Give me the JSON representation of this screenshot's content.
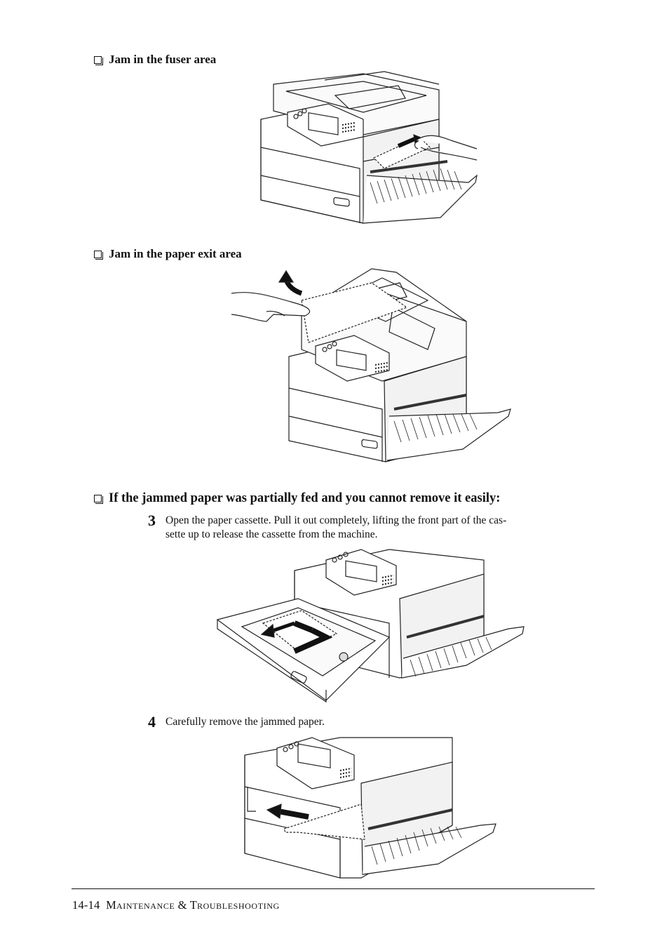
{
  "sections": [
    {
      "label": "Jam in the fuser area"
    },
    {
      "label": "Jam in the paper exit area"
    },
    {
      "label": "If the jammed paper was partially fed and you cannot remove it easily:"
    }
  ],
  "steps": [
    {
      "number": "3",
      "text_line1": "Open the paper cassette. Pull it out completely, lifting the front part of the cas-",
      "text_line2": "sette up to release the cassette from the machine."
    },
    {
      "number": "4",
      "text_line1": "Carefully remove the jammed paper."
    }
  ],
  "footer": {
    "page_number": "14-14",
    "title_parts": [
      {
        "big": "M",
        "small": "AINTENANCE"
      },
      {
        "big": " & ",
        "small": ""
      },
      {
        "big": "T",
        "small": "ROUBLESHOOTING"
      }
    ]
  }
}
